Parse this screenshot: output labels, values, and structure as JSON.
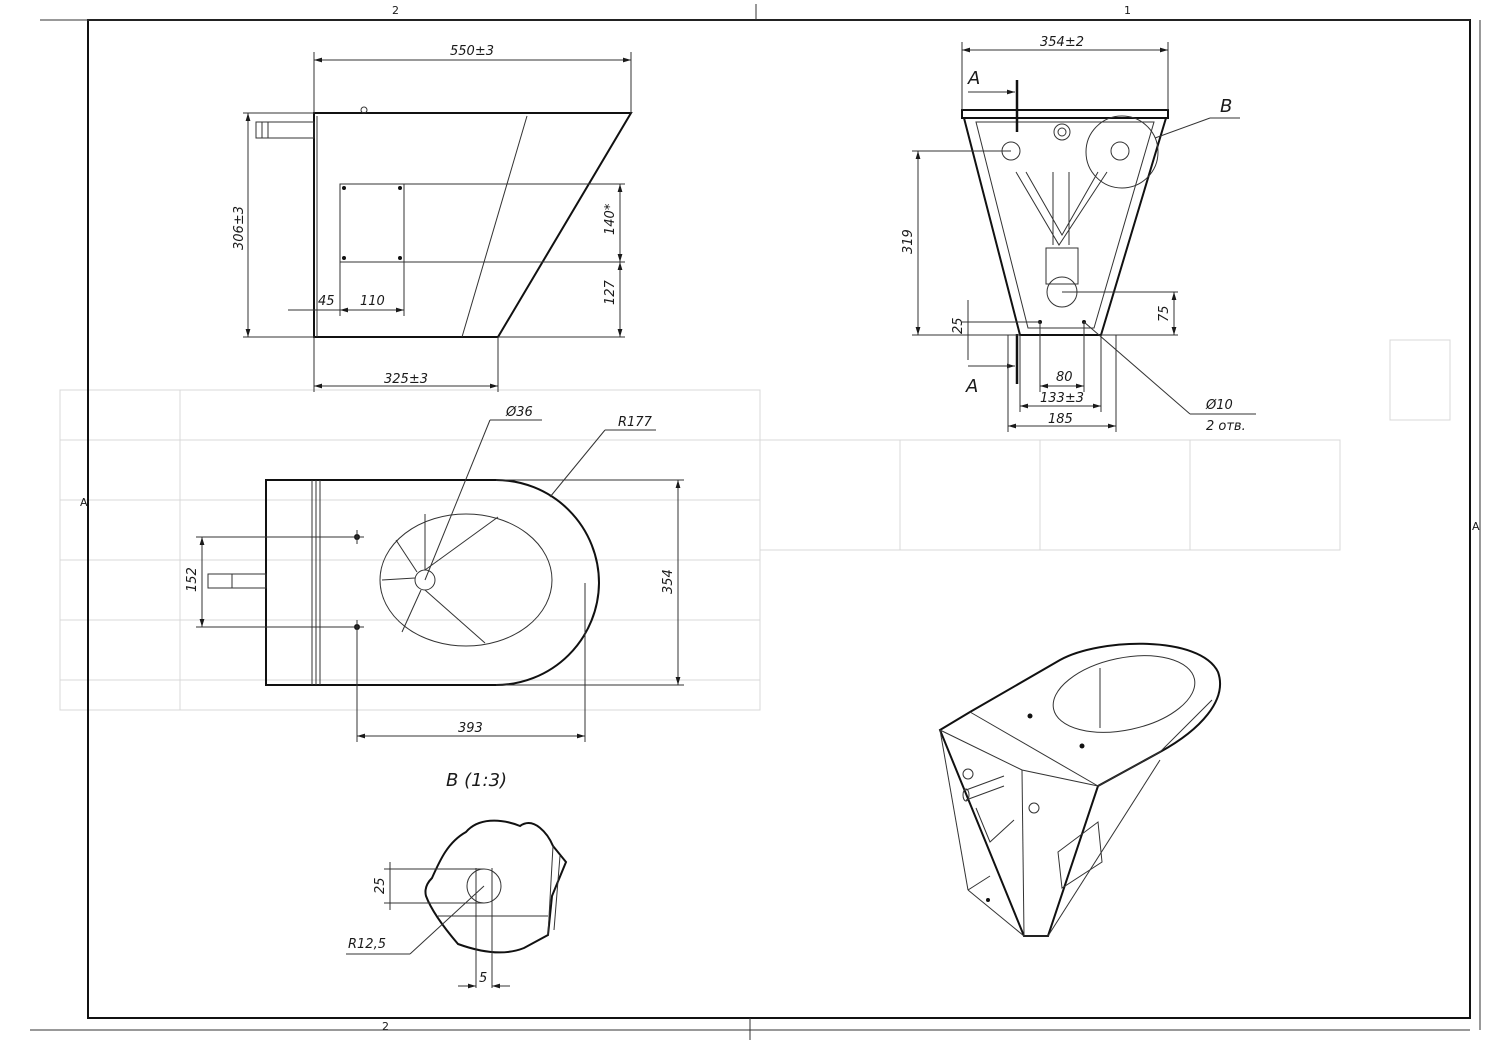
{
  "zones": {
    "top_left": "2",
    "top_right": "1",
    "bottom_left": "2",
    "left": "A",
    "right": "A"
  },
  "front_view": {
    "dim_width": "550±3",
    "dim_height": "306±3",
    "dim_panel_h": "140*",
    "dim_panel_y": "127",
    "dim_offset_45": "45",
    "dim_panel_w": "110",
    "dim_base": "325±3"
  },
  "side_view": {
    "dim_top_width": "354±2",
    "section_mark_top": "A",
    "section_mark_bottom": "A",
    "detail_mark": "B",
    "dim_height": "319",
    "dim_25": "25",
    "dim_75": "75",
    "dim_80": "80",
    "dim_133": "133±3",
    "dim_185": "185",
    "dim_hole": "Ø10",
    "dim_hole_note": "2 отв."
  },
  "top_view": {
    "dim_drain": "Ø36",
    "dim_radius": "R177",
    "dim_152": "152",
    "dim_354": "354",
    "dim_393": "393"
  },
  "detail_b": {
    "title": "B (1:3)",
    "dim_25": "25",
    "dim_radius": "R12,5",
    "dim_5": "5"
  }
}
